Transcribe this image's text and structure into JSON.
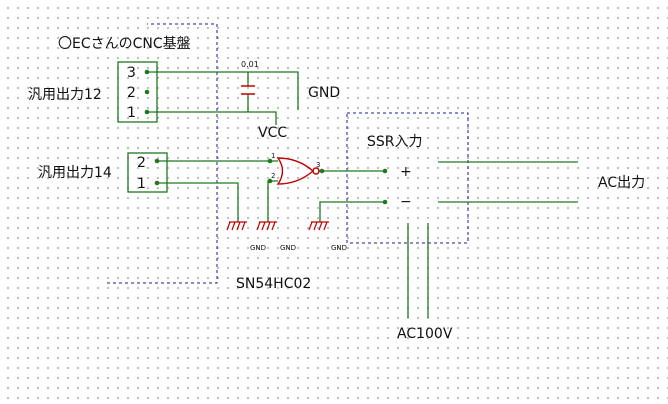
{
  "title": "〇ECさんのCNC基盤",
  "connector_top": {
    "label": "汎用出力12",
    "pins": [
      "3",
      "2",
      "1"
    ]
  },
  "connector_bottom": {
    "label": "汎用出力14",
    "pins": [
      "2",
      "1"
    ]
  },
  "capacitor_value": "0.01",
  "net_gnd": "GND",
  "net_vcc": "VCC",
  "ground_labels": [
    "GND",
    "GND",
    "GND"
  ],
  "gate": {
    "part": "SN54HC02",
    "pin_in1": "1",
    "pin_in2": "2",
    "pin_out": "3"
  },
  "ssr": {
    "label": "SSR入力",
    "plus": "+",
    "minus": "−"
  },
  "ac_out": "AC出力",
  "ac_in": "AC100V",
  "colors": {
    "wire": "#1e7a1e",
    "part": "#c00000",
    "dash": "#1a1aa6",
    "node": "#1e7a1e"
  }
}
